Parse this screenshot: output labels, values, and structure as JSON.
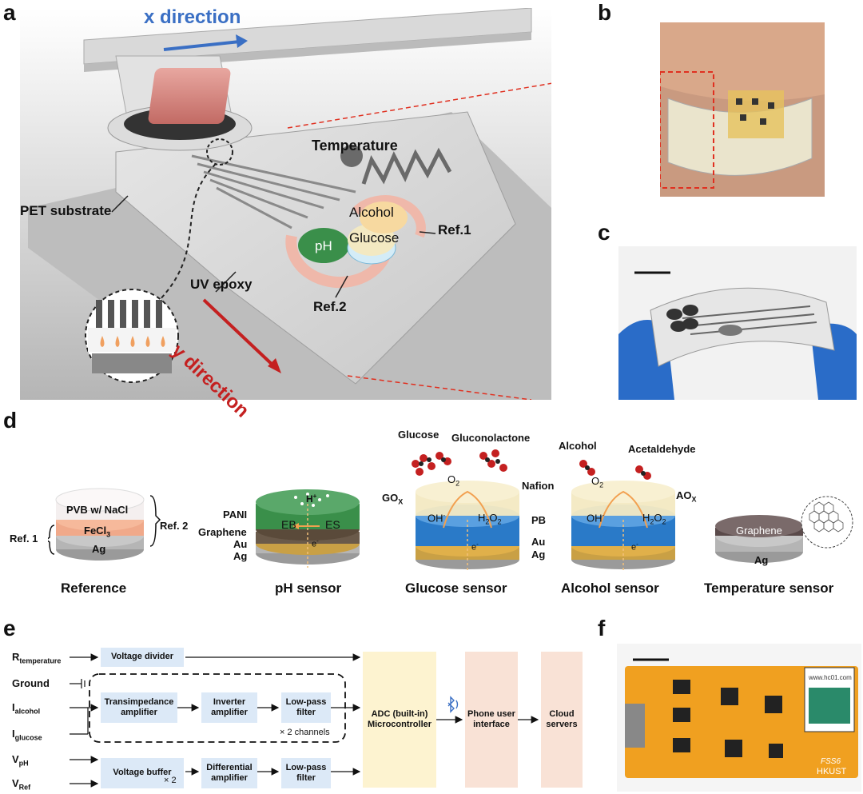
{
  "panels": {
    "a": "a",
    "b": "b",
    "c": "c",
    "d": "d",
    "e": "e",
    "f": "f"
  },
  "panel_a": {
    "x_direction": "x direction",
    "y_direction": "y direction",
    "temperature": "Temperature",
    "alcohol": "Alcohol",
    "glucose": "Glucose",
    "ph": "pH",
    "ref1": "Ref.1",
    "ref2": "Ref.2",
    "pet_substrate": "PET substrate",
    "uv_epoxy": "UV epoxy"
  },
  "panel_d": {
    "reference": {
      "pvb": "PVB w/ NaCl",
      "fecl3": "FeCl",
      "fecl3_sub": "3",
      "ag": "Ag",
      "ref1": "Ref. 1",
      "ref2": "Ref. 2",
      "title": "Reference"
    },
    "ph": {
      "pani": "PANI",
      "graphene": "Graphene",
      "au": "Au",
      "ag": "Ag",
      "h": "H",
      "h_sup": "+",
      "eb": "EB",
      "es": "ES",
      "e": "e",
      "e_sup": "-",
      "title": "pH sensor"
    },
    "glucose": {
      "glucose": "Glucose",
      "gluconolactone": "Gluconolactone",
      "nafion": "Nafion",
      "gox": "GO",
      "gox_sub": "X",
      "pb": "PB",
      "au": "Au",
      "ag": "Ag",
      "o2": "O",
      "o2_sub": "2",
      "oh": "OH",
      "oh_sup": "-",
      "h2o2": "H",
      "h2o2_sub1": "2",
      "h2o2_mid": "O",
      "h2o2_sub2": "2",
      "e": "e",
      "e_sup": "-",
      "title": "Glucose sensor"
    },
    "alcohol": {
      "alcohol": "Alcohol",
      "acetaldehyde": "Acetaldehyde",
      "aox": "AO",
      "aox_sub": "X",
      "o2": "O",
      "o2_sub": "2",
      "oh": "OH",
      "oh_sup": "-",
      "h2o2": "H",
      "h2o2_sub1": "2",
      "h2o2_mid": "O",
      "h2o2_sub2": "2",
      "e": "e",
      "e_sup": "-",
      "title": "Alcohol sensor"
    },
    "temperature": {
      "graphene": "Graphene",
      "ag": "Ag",
      "title": "Temperature sensor"
    }
  },
  "panel_e": {
    "inputs": [
      {
        "main": "R",
        "sub": "temperature"
      },
      {
        "main": "Ground",
        "sub": ""
      },
      {
        "main": "I",
        "sub": "alcohol"
      },
      {
        "main": "I",
        "sub": "glucose"
      },
      {
        "main": "V",
        "sub": "pH"
      },
      {
        "main": "V",
        "sub": "Ref"
      }
    ],
    "voltage_divider": "Voltage divider",
    "transimpedance": "Transimpedance amplifier",
    "inverter": "Inverter amplifier",
    "lowpass1": "Low-pass filter",
    "x2_channels": "× 2 channels",
    "voltage_buffer": "Voltage buffer",
    "x2": "× 2",
    "differential": "Differential amplifier",
    "lowpass2": "Low-pass filter",
    "adc": "ADC (built-in) Microcontroller",
    "phone": "Phone user interface",
    "cloud": "Cloud servers"
  },
  "panel_f": {
    "board_text1": "www.hc01.com",
    "board_text2": "HKUST",
    "board_text3": "FSS6"
  },
  "colors": {
    "arrow_blue": "#3a6fc4",
    "arrow_red": "#c42020",
    "box_blue": "#dce9f7",
    "box_yellow": "#fdf3d0",
    "box_pink": "#f9e2d6",
    "ph_green": "#3a8f4a",
    "pcb_orange": "#f0a020"
  }
}
